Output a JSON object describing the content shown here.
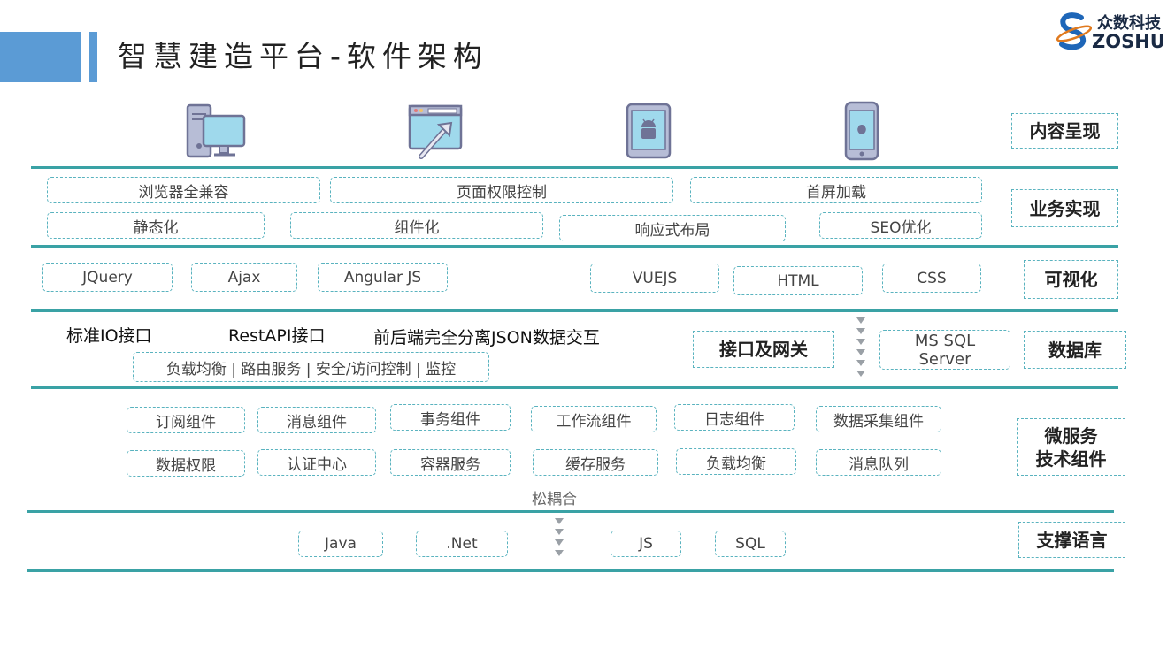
{
  "header": {
    "title": "智慧建造平台-软件架构",
    "logo_cn": "众数科技",
    "logo_en": "ZOSHU",
    "accent_color": "#5b9bd5"
  },
  "icons": [
    "desktop-computer-icon",
    "browser-window-icon",
    "android-tablet-icon",
    "iphone-icon"
  ],
  "layers": {
    "presentation": {
      "label": "内容呈现"
    },
    "business": {
      "label": "业务实现",
      "items": [
        "浏览器全兼容",
        "页面权限控制",
        "首屏加载",
        "静态化",
        "组件化",
        "响应式布局",
        "SEO优化"
      ]
    },
    "visual": {
      "label": "可视化",
      "items": [
        "JQuery",
        "Ajax",
        "Angular JS",
        "VUEJS",
        "HTML",
        "CSS"
      ]
    },
    "interface": {
      "texts": [
        "标准IO接口",
        "RestAPI接口",
        "前后端完全分离JSON数据交互"
      ],
      "gateway_features": "负载均衡 | 路由服务 | 安全/访问控制 | 监控",
      "gateway_label": "接口及网关",
      "db_server": "MS SQL\nServer",
      "label": "数据库"
    },
    "microservice": {
      "label": "微服务\n技术组件",
      "items": [
        "订阅组件",
        "消息组件",
        "事务组件",
        "工作流组件",
        "日志组件",
        "数据采集组件",
        "数据权限",
        "认证中心",
        "容器服务",
        "缓存服务",
        "负载均衡",
        "消息队列"
      ],
      "note": "松耦合"
    },
    "language": {
      "label": "支撑语言",
      "items": [
        "Java",
        ".Net",
        "JS",
        "SQL"
      ]
    }
  },
  "colors": {
    "separator": "#3aa2a5",
    "dashed_border": "#5ab3bf",
    "icon_purple": "#8a8fb0",
    "icon_screen": "#7ec8e3"
  }
}
